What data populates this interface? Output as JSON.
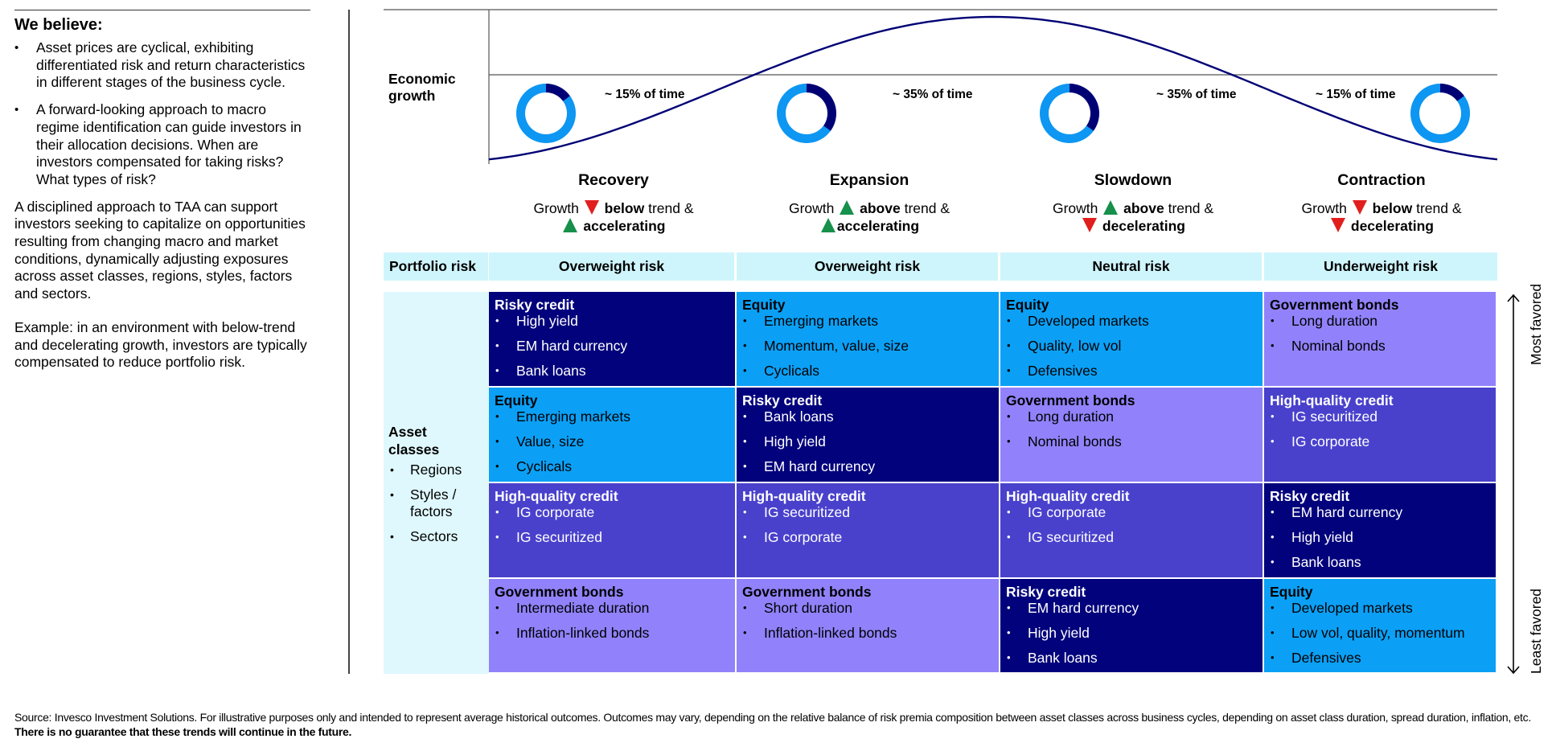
{
  "left": {
    "heading": "We believe:",
    "bullets": [
      "Asset prices are cyclical, exhibiting differentiated risk and return characteristics in different stages of the business cycle.",
      "A forward-looking approach to macro regime identification can guide investors in their allocation decisions. When are investors compensated for taking risks? What types of risk?"
    ],
    "paragraph1": "A disciplined approach to TAA can support investors seeking to capitalize on opportunities resulting from changing macro and market conditions, dynamically adjusting exposures across asset classes, regions, styles, factors and sectors.",
    "paragraph2": "Example: in an environment with below-trend and decelerating growth, investors are typically compensated to reduce portfolio risk."
  },
  "economic_growth_label": "Economic growth",
  "phases": [
    {
      "name": "Recovery",
      "share": "~ 15% of time",
      "share_fraction": 0.15,
      "growth": "Growth",
      "trend_dir": "down",
      "trend": "below",
      "trend_suffix": "trend &",
      "momentum_dir": "up",
      "momentum": "accelerating",
      "risk": "Overweight risk"
    },
    {
      "name": "Expansion",
      "share": "~ 35% of time",
      "share_fraction": 0.35,
      "growth": "Growth",
      "trend_dir": "up",
      "trend": "above",
      "trend_suffix": "trend &",
      "momentum_dir": "up",
      "momentum": "accelerating",
      "risk": "Overweight risk"
    },
    {
      "name": "Slowdown",
      "share": "~ 35% of time",
      "share_fraction": 0.35,
      "growth": "Growth",
      "trend_dir": "up",
      "trend": "above",
      "trend_suffix": "trend &",
      "momentum_dir": "down",
      "momentum": "decelerating",
      "risk": "Neutral risk"
    },
    {
      "name": "Contraction",
      "share": "~ 15% of time",
      "share_fraction": 0.15,
      "growth": "Growth",
      "trend_dir": "down",
      "trend": "below",
      "trend_suffix": "trend &",
      "momentum_dir": "down",
      "momentum": "decelerating",
      "risk": "Underweight risk"
    }
  ],
  "portfolio_risk_label": "Portfolio risk",
  "asset_classes": {
    "title": "Asset classes",
    "items": [
      "Regions",
      "Styles / factors",
      "Sectors"
    ]
  },
  "colors": {
    "Risky credit": "#02027c",
    "Equity": "#0ba0f6",
    "Government bonds": "#9182fb",
    "High-quality credit": "#4941cc",
    "donut_light": "#0d96f2",
    "donut_dark": "#000075",
    "curve": "#000075",
    "risk_band": "#cff5fc"
  },
  "grid": [
    [
      {
        "title": "Risky credit",
        "items": [
          "High yield",
          "EM hard currency",
          "Bank loans"
        ]
      },
      {
        "title": "Equity",
        "items": [
          "Emerging markets",
          "Value, size",
          "Cyclicals"
        ]
      },
      {
        "title": "High-quality credit",
        "items": [
          "IG corporate",
          "IG securitized"
        ]
      },
      {
        "title": "Government bonds",
        "items": [
          "Intermediate duration",
          "Inflation-linked bonds"
        ]
      }
    ],
    [
      {
        "title": "Equity",
        "items": [
          "Emerging markets",
          "Momentum, value, size",
          "Cyclicals"
        ]
      },
      {
        "title": "Risky credit",
        "items": [
          "Bank loans",
          "High yield",
          "EM hard currency"
        ]
      },
      {
        "title": "High-quality credit",
        "items": [
          "IG securitized",
          "IG corporate"
        ]
      },
      {
        "title": "Government bonds",
        "items": [
          "Short duration",
          "Inflation-linked bonds"
        ]
      }
    ],
    [
      {
        "title": "Equity",
        "items": [
          "Developed markets",
          "Quality, low vol",
          "Defensives"
        ]
      },
      {
        "title": "Government bonds",
        "items": [
          "Long duration",
          "Nominal bonds"
        ]
      },
      {
        "title": "High-quality credit",
        "items": [
          "IG corporate",
          "IG securitized"
        ]
      },
      {
        "title": "Risky credit",
        "items": [
          "EM hard currency",
          "High yield",
          "Bank loans"
        ]
      }
    ],
    [
      {
        "title": "Government bonds",
        "items": [
          "Long duration",
          "Nominal bonds"
        ]
      },
      {
        "title": "High-quality credit",
        "items": [
          "IG securitized",
          "IG corporate"
        ]
      },
      {
        "title": "Risky credit",
        "items": [
          "EM hard currency",
          "High yield",
          "Bank loans"
        ]
      },
      {
        "title": "Equity",
        "items": [
          "Developed markets",
          "Low vol, quality, momentum",
          "Defensives"
        ]
      }
    ]
  ],
  "favor": {
    "top": "Most favored",
    "bottom": "Least favored"
  },
  "footer": {
    "source": "Source: Invesco Investment Solutions. For illustrative purposes only and intended to represent average historical outcomes. Outcomes may vary, depending on the relative balance of risk premia composition between asset classes across business cycles, depending on asset class duration, spread duration, inflation, etc.",
    "disclaimer": "There is no guarantee that these trends will continue in the future."
  }
}
